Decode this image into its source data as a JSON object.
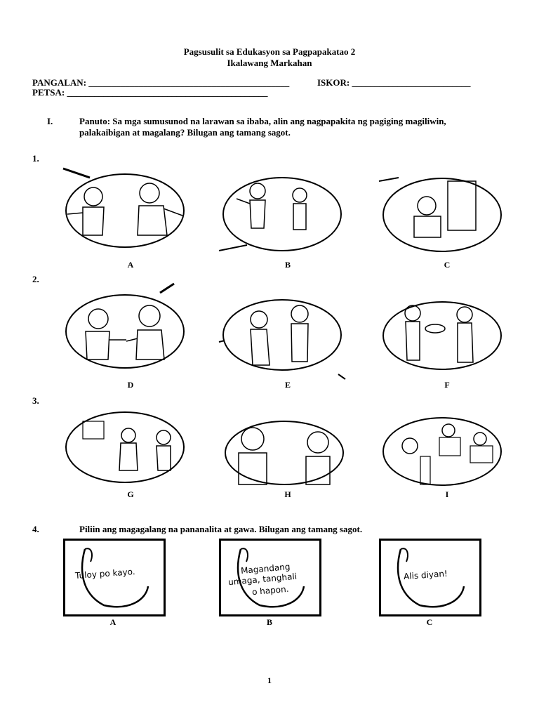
{
  "header": {
    "title": "Pagsusulit sa Edukasyon sa Pagpapakatao 2",
    "subtitle": "Ikalawang Markahan"
  },
  "fields": {
    "pangalan": "PANGALAN: ____________________________________________",
    "iskor": "ISKOR: __________________________",
    "petsa": "PETSA: ____________________________________________"
  },
  "section": {
    "numeral": "I.",
    "instruction_line1": "Panuto: Sa mga sumusunod na larawan sa ibaba, alin ang nagpapakita ng pagiging magiliwin,",
    "instruction_line2": "palakaibigan at magalang? Bilugan ang tamang sagot."
  },
  "questions": [
    {
      "number": "1.",
      "options": [
        "A",
        "B",
        "C"
      ]
    },
    {
      "number": "2.",
      "options": [
        "D",
        "E",
        "F"
      ]
    },
    {
      "number": "3.",
      "options": [
        "G",
        "H",
        "I"
      ]
    },
    {
      "number": "4.",
      "prompt": "Piliin ang magagalang na pananalita at gawa. Bilugan ang tamang sagot.",
      "cards": [
        {
          "letter": "A",
          "lines": [
            "Tuloy po kayo."
          ]
        },
        {
          "letter": "B",
          "lines": [
            "Magandang",
            "umaga, tanghali",
            "o hapon."
          ]
        },
        {
          "letter": "C",
          "lines": [
            "Alis diyan!"
          ]
        }
      ]
    }
  ],
  "footer": {
    "page_number": "1"
  }
}
